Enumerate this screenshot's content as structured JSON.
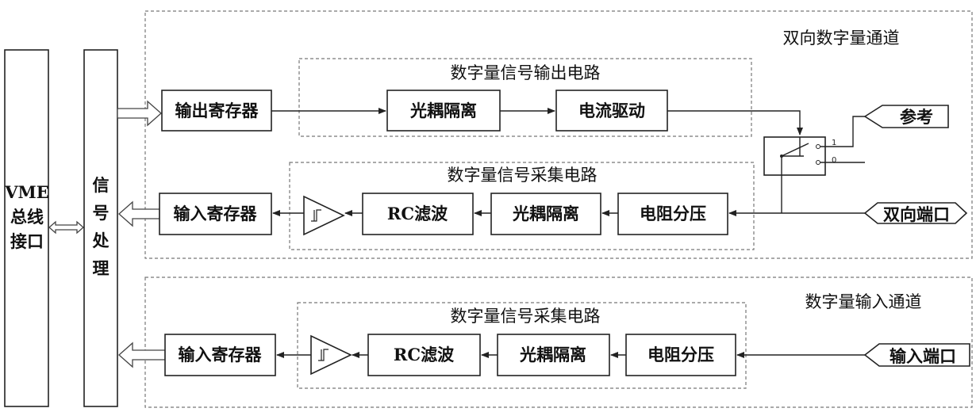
{
  "vme": {
    "line1": "VME",
    "line2": "总线",
    "line3": "接口"
  },
  "signal": {
    "c1": "信",
    "c2": "号",
    "c3": "处",
    "c4": "理"
  },
  "bidir": {
    "title": "双向数字量通道",
    "output_group": "数字量信号输出电路",
    "output_register": "输出寄存器",
    "opto_out": "光耦隔离",
    "current_drive": "电流驱动",
    "reference": "参考",
    "switch_1": "1",
    "switch_0": "0",
    "acq_group": "数字量信号采集电路",
    "input_register": "输入寄存器",
    "rc_filter": "RC滤波",
    "opto_in": "光耦隔离",
    "divider": "电阻分压",
    "port": "双向端口"
  },
  "input_ch": {
    "title": "数字量输入通道",
    "acq_group": "数字量信号采集电路",
    "input_register": "输入寄存器",
    "rc_filter": "RC滤波",
    "opto": "光耦隔离",
    "divider": "电阻分压",
    "port": "输入端口"
  }
}
